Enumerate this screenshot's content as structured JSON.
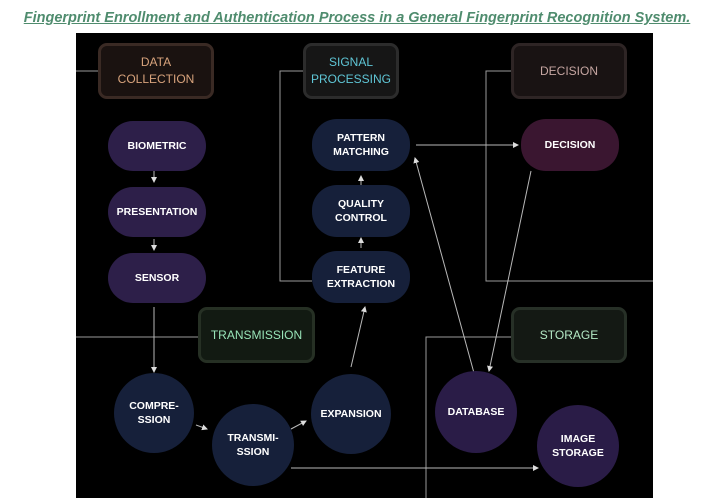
{
  "title": "Fingerprint Enrollment and Authentication Process in a General Fingerprint Recognition System.",
  "sections": {
    "data_collection": "DATA\nCOLLECTION",
    "signal_processing": "SIGNAL\nPROCESSING",
    "decision": "DECISION",
    "transmission": "TRANSMISSION",
    "storage": "STORAGE"
  },
  "nodes": {
    "biometric": "BIOMETRIC",
    "presentation": "PRESENTATION",
    "sensor": "SENSOR",
    "pattern_matching": "PATTERN\nMATCHING",
    "quality_control": "QUALITY\nCONTROL",
    "feature_extraction": "FEATURE\nEXTRACTION",
    "decision": "DECISION",
    "compression": "COMPRE-\nSSION",
    "transmission": "TRANSMI-\nSSION",
    "expansion": "EXPANSION",
    "database": "DATABASE",
    "image_storage": "IMAGE\nSTORAGE"
  },
  "colors": {
    "title": "#4f8c6e",
    "background": "#000000",
    "data_collection_header": "#d8a37c",
    "signal_processing_header": "#5fc6d6",
    "decision_header": "#c6a6a2",
    "transmission_header": "#98e4b8",
    "storage_header": "#b3e8c4",
    "purple_node": "#2d1f49",
    "navy_node": "#16203a",
    "decision_node": "#3a1630",
    "database_node": "#2a1c47"
  }
}
